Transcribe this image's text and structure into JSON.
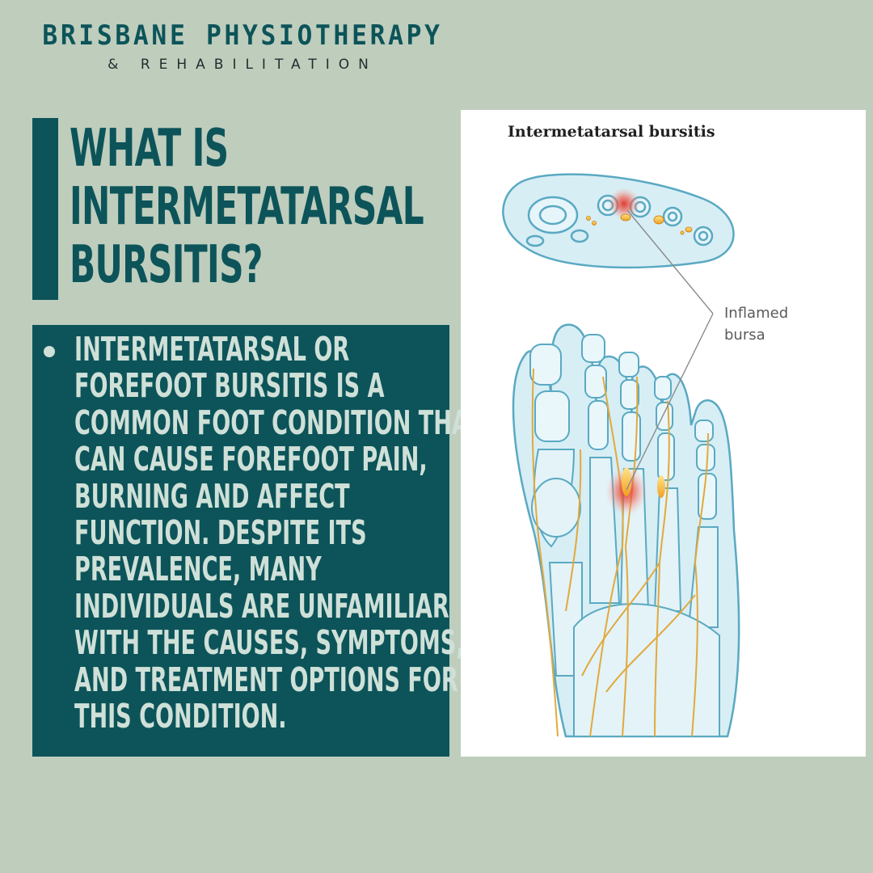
{
  "brand": {
    "title": "BRISBANE PHYSIOTHERAPY",
    "subtitle": "& REHABILITATION"
  },
  "heading": {
    "lines": [
      "WHAT IS",
      "INTERMETATARSAL",
      "BURSITIS?"
    ]
  },
  "body": {
    "lines": [
      "INTERMETATARSAL OR",
      "FOREFOOT BURSITIS IS A",
      "COMMON FOOT CONDITION THAT",
      "CAN CAUSE FOREFOOT PAIN,",
      "BURNING AND AFFECT",
      "FUNCTION. DESPITE ITS",
      "PREVALENCE, MANY",
      "INDIVIDUALS ARE UNFAMILIAR",
      "WITH THE CAUSES, SYMPTOMS,",
      "AND TREATMENT OPTIONS FOR",
      "THIS CONDITION."
    ]
  },
  "figure": {
    "title": "Intermetatarsal bursitis",
    "callout_lines": [
      "Inflamed",
      "bursa"
    ]
  },
  "colors": {
    "background": "#bfcdbd",
    "brand_teal": "#0c5459",
    "light_text": "#cfe0d8",
    "bone_fill": "#d7eef5",
    "bone_stroke": "#5aa9c2",
    "nerve": "#e2a93b",
    "inflammation": "#e0322a"
  }
}
